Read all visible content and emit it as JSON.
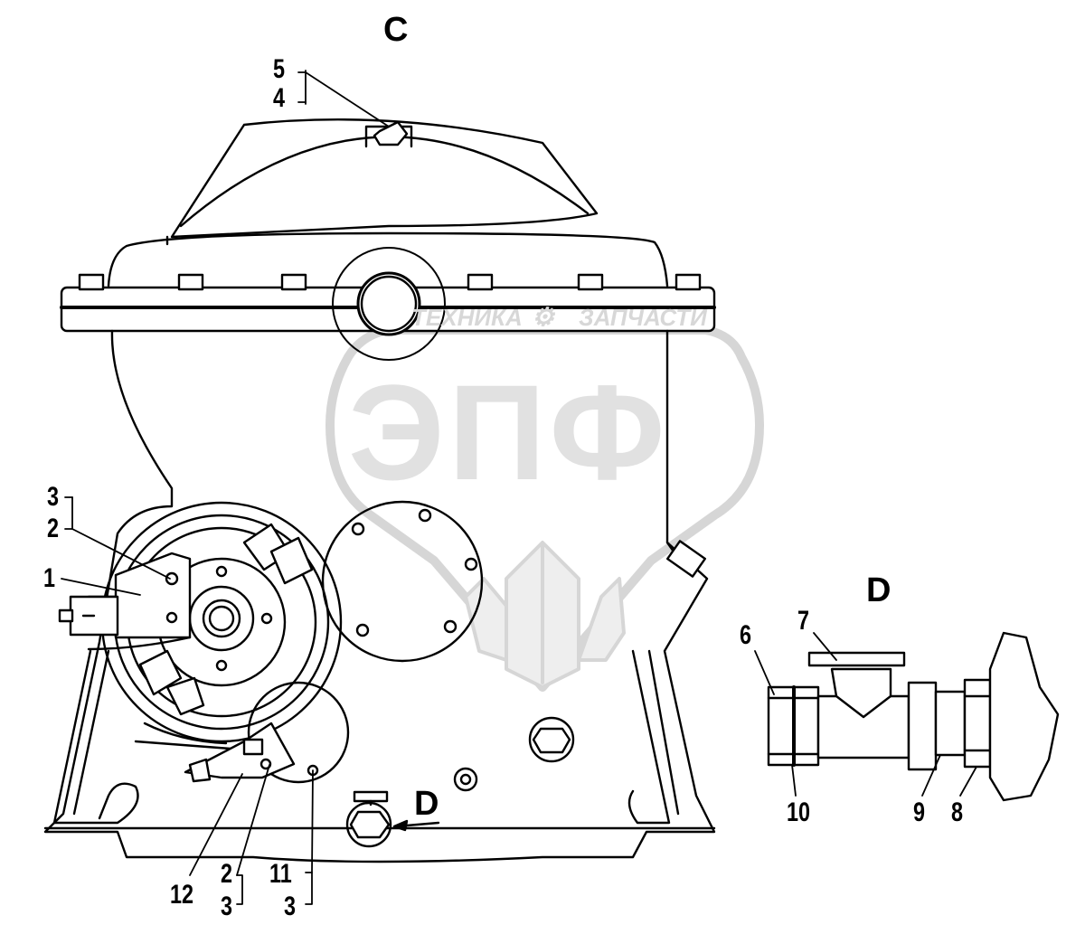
{
  "views": {
    "c": "C",
    "d": "D",
    "d_arrow": "D"
  },
  "callouts": {
    "c5": "5",
    "c4": "4",
    "l3": "3",
    "l2": "2",
    "l1": "1",
    "d6": "6",
    "d7": "7",
    "d10": "10",
    "d9": "9",
    "d8": "8",
    "b12": "12",
    "b2": "2",
    "b3a": "3",
    "b11": "11",
    "b3b": "3"
  },
  "watermark": {
    "line1": "ТЕХНИКА",
    "line2": "ЗАПЧАСТИ",
    "logo": "ЭПФ",
    "gear": "gear-icon"
  },
  "colors": {
    "ink": "#000000",
    "watermark": "#d0d0d0",
    "paper": "#ffffff"
  }
}
